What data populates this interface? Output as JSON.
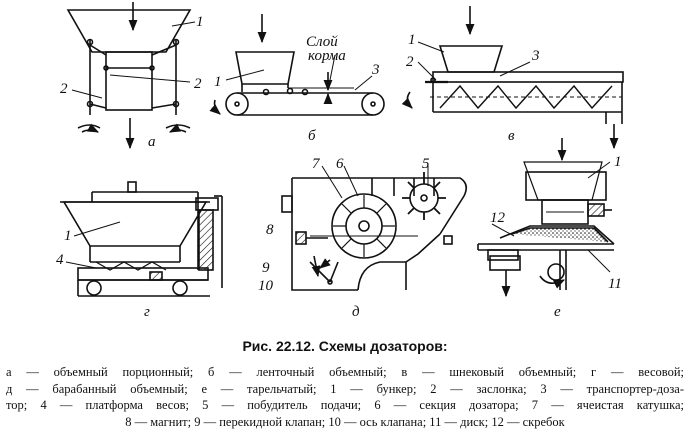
{
  "figure": {
    "panels": [
      {
        "id": "a",
        "letter": "а",
        "numbers": [
          "1",
          "2",
          "2"
        ]
      },
      {
        "id": "b",
        "letter": "б",
        "numbers": [
          "1",
          "3"
        ],
        "annotation_line1": "Слой",
        "annotation_line2": "корма"
      },
      {
        "id": "v",
        "letter": "в",
        "numbers": [
          "1",
          "2",
          "3"
        ]
      },
      {
        "id": "g",
        "letter": "г",
        "numbers": [
          "1",
          "4"
        ]
      },
      {
        "id": "d",
        "letter": "д",
        "numbers": [
          "7",
          "6",
          "5",
          "8",
          "9",
          "10"
        ]
      },
      {
        "id": "e",
        "letter": "е",
        "numbers": [
          "1",
          "12",
          "11"
        ]
      }
    ]
  },
  "caption": "Рис. 22.12. Схемы дозаторов:",
  "legend": {
    "lines": [
      "а — объемный порционный; б — ленточный объемный; в — шнековый объемный; г — весовой;",
      "д — барабанный объемный; е — тарельчатый; 1 — бункер; 2 — заслонка; 3 — транспортер-доза-",
      "тор; 4 — платформа весов; 5 — побудитель подачи; 6 — секция дозатора; 7 — ячеистая катушка;",
      "8 — магнит;  9 — перекидной клапан;  10 — ось клапана;  11 — диск;  12 — скребок"
    ]
  }
}
